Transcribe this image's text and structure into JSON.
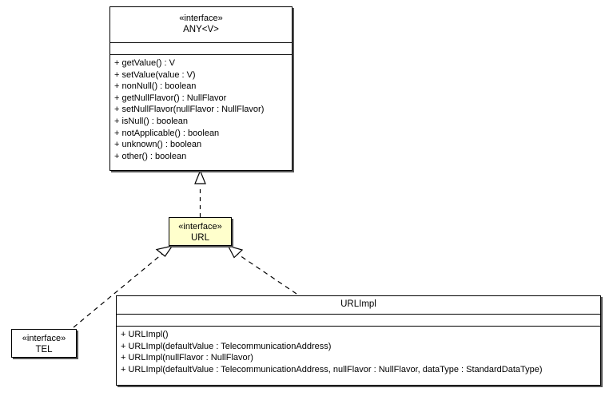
{
  "diagram": {
    "kind": "uml-class-diagram",
    "background_color": "#ffffff",
    "line_color": "#000000",
    "highlight_color": "#ffffcc"
  },
  "classes": {
    "any": {
      "stereotype": "«interface»",
      "name": "ANY<V>",
      "attributes": [],
      "operations": [
        "+ getValue() : V",
        "+ setValue(value : V)",
        "+ nonNull() : boolean",
        "+ getNullFlavor() : NullFlavor",
        "+ setNullFlavor(nullFlavor : NullFlavor)",
        "+ isNull() : boolean",
        "+ notApplicable() : boolean",
        "+ unknown() : boolean",
        "+ other() : boolean"
      ]
    },
    "url": {
      "stereotype": "«interface»",
      "name": "URL",
      "attributes": [],
      "operations": []
    },
    "tel": {
      "stereotype": "«interface»",
      "name": "TEL",
      "attributes": [],
      "operations": []
    },
    "urlimpl": {
      "stereotype": "",
      "name": "URLImpl",
      "attributes": [],
      "operations": [
        "+ URLImpl()",
        "+ URLImpl(defaultValue : TelecommunicationAddress)",
        "+ URLImpl(nullFlavor : NullFlavor)",
        "+ URLImpl(defaultValue : TelecommunicationAddress, nullFlavor : NullFlavor, dataType : StandardDataType)"
      ]
    }
  },
  "relationships": [
    {
      "id": "url-to-any",
      "type": "realization",
      "from": "url",
      "to": "any",
      "style": "dashed",
      "arrowhead": "hollow-triangle"
    },
    {
      "id": "tel-to-url",
      "type": "realization",
      "from": "tel",
      "to": "url",
      "style": "dashed",
      "arrowhead": "hollow-triangle"
    },
    {
      "id": "urlimpl-to-url",
      "type": "realization",
      "from": "urlimpl",
      "to": "url",
      "style": "dashed",
      "arrowhead": "hollow-triangle"
    }
  ]
}
